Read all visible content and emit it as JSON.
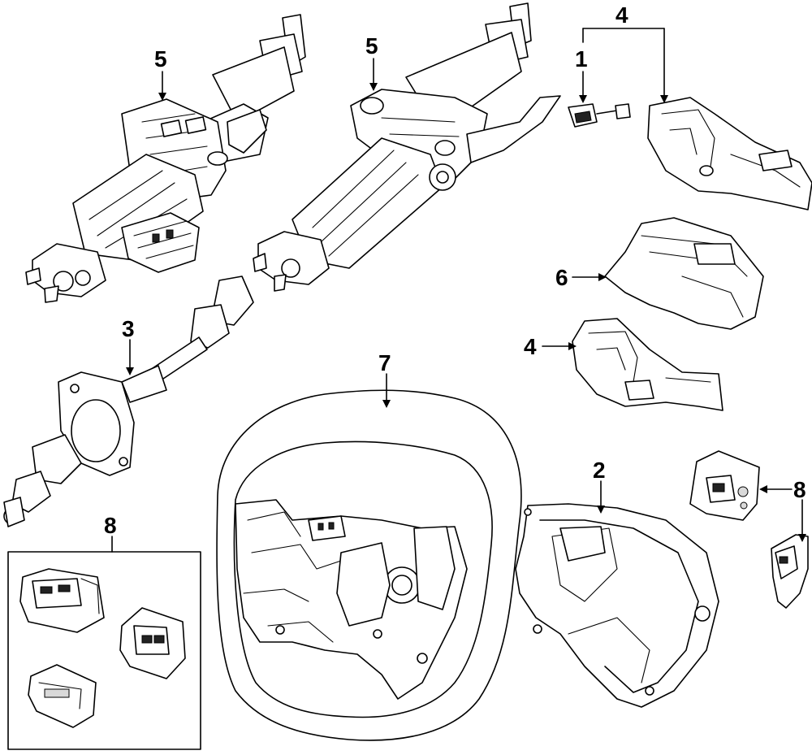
{
  "diagram": {
    "callouts": [
      {
        "id": "c5a",
        "text": "5"
      },
      {
        "id": "c5b",
        "text": "5"
      },
      {
        "id": "c4top",
        "text": "4"
      },
      {
        "id": "c1",
        "text": "1"
      },
      {
        "id": "c6",
        "text": "6"
      },
      {
        "id": "c4mid",
        "text": "4"
      },
      {
        "id": "c3",
        "text": "3"
      },
      {
        "id": "c7",
        "text": "7"
      },
      {
        "id": "c2",
        "text": "2"
      },
      {
        "id": "c8box",
        "text": "8"
      },
      {
        "id": "c8right",
        "text": "8"
      }
    ]
  }
}
